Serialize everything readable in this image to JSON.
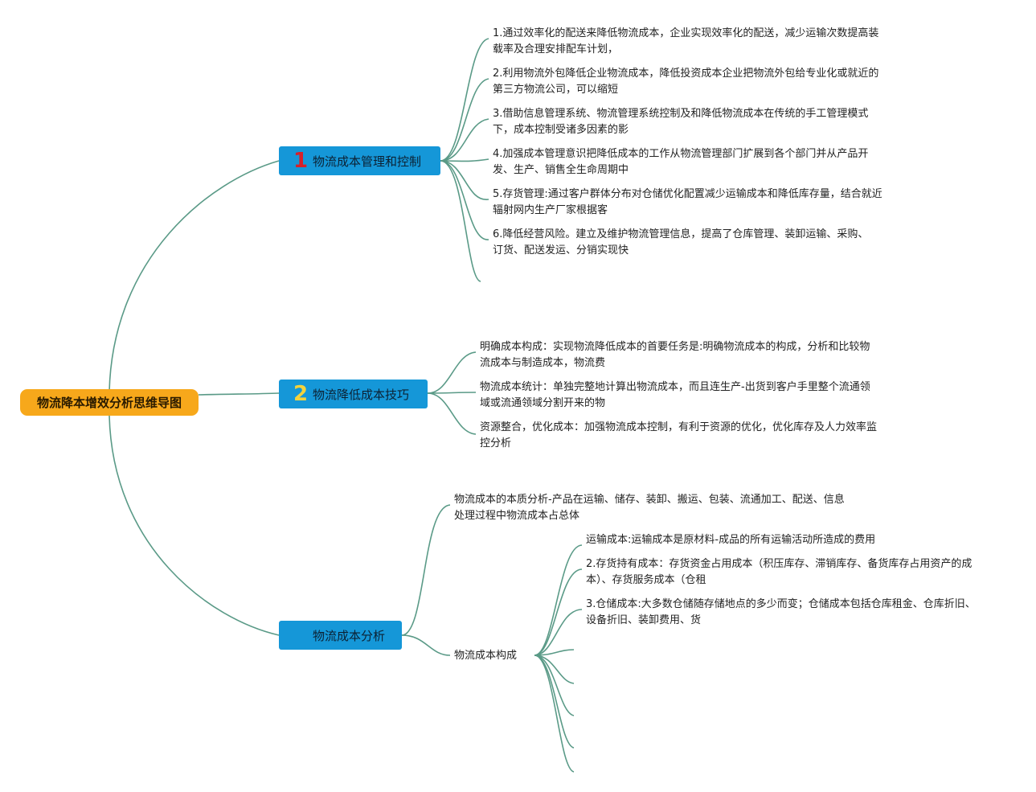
{
  "root": {
    "label": "物流降本增效分析思维导图"
  },
  "branches": [
    {
      "number": "1",
      "label": "物流成本管理和控制",
      "items": [
        "1.通过效率化的配送来降低物流成本，企业实现效率化的配送，减少运输次数提高装载率及合理安排配车计划，",
        "2.利用物流外包降低企业物流成本，降低投资成本企业把物流外包给专业化或就近的第三方物流公司，可以缩短",
        "3.借助信息管理系统、物流管理系统控制及和降低物流成本在传统的手工管理模式下，成本控制受诸多因素的影",
        "4.加强成本管理意识把降低成本的工作从物流管理部门扩展到各个部门并从产品开发、生产、销售全生命周期中",
        "5.存货管理:通过客户群体分布对仓储优化配置减少运输成本和降低库存量，结合就近辐射网内生产厂家根据客",
        "6.降低经营风险。建立及维护物流管理信息，提高了仓库管理、装卸运输、采购、订货、配送发运、分销实现快"
      ]
    },
    {
      "number": "2",
      "label": "物流降低成本技巧",
      "items": [
        "明确成本构成：实现物流降低成本的首要任务是:明确物流成本的构成，分析和比较物流成本与制造成本，物流费",
        "物流成本统计：单独完整地计算出物流成本，而且连生产-出货到客户手里整个流通领域或流通领域分割开来的物",
        "资源整合，优化成本：加强物流成本控制，有利于资源的优化，优化库存及人力效率监控分析"
      ]
    },
    {
      "number": "",
      "label": "物流成本分析",
      "items": [
        "物流成本的本质分析-产品在运输、储存、装卸、搬运、包装、流通加工、配送、信息处理过程中物流成本占总体"
      ],
      "sub": {
        "label": "物流成本构成",
        "items": [
          "运输成本:运输成本是原材料-成品的所有运输活动所造成的费用",
          "2.存货持有成本：存货资金占用成本（积压库存、滞销库存、备货库存占用资产的成本）、存货服务成本（仓租",
          "3.仓储成本:大多数仓储随存储地点的多少而变；仓储成本包括仓库租金、仓库折旧、设备折旧、装卸费用、货"
        ]
      }
    }
  ],
  "colors": {
    "root": "#f7a81b",
    "branch": "#1597d8",
    "connector": "#5a9a87",
    "number_1": "#d6202a",
    "number_2": "#f4d33c"
  }
}
